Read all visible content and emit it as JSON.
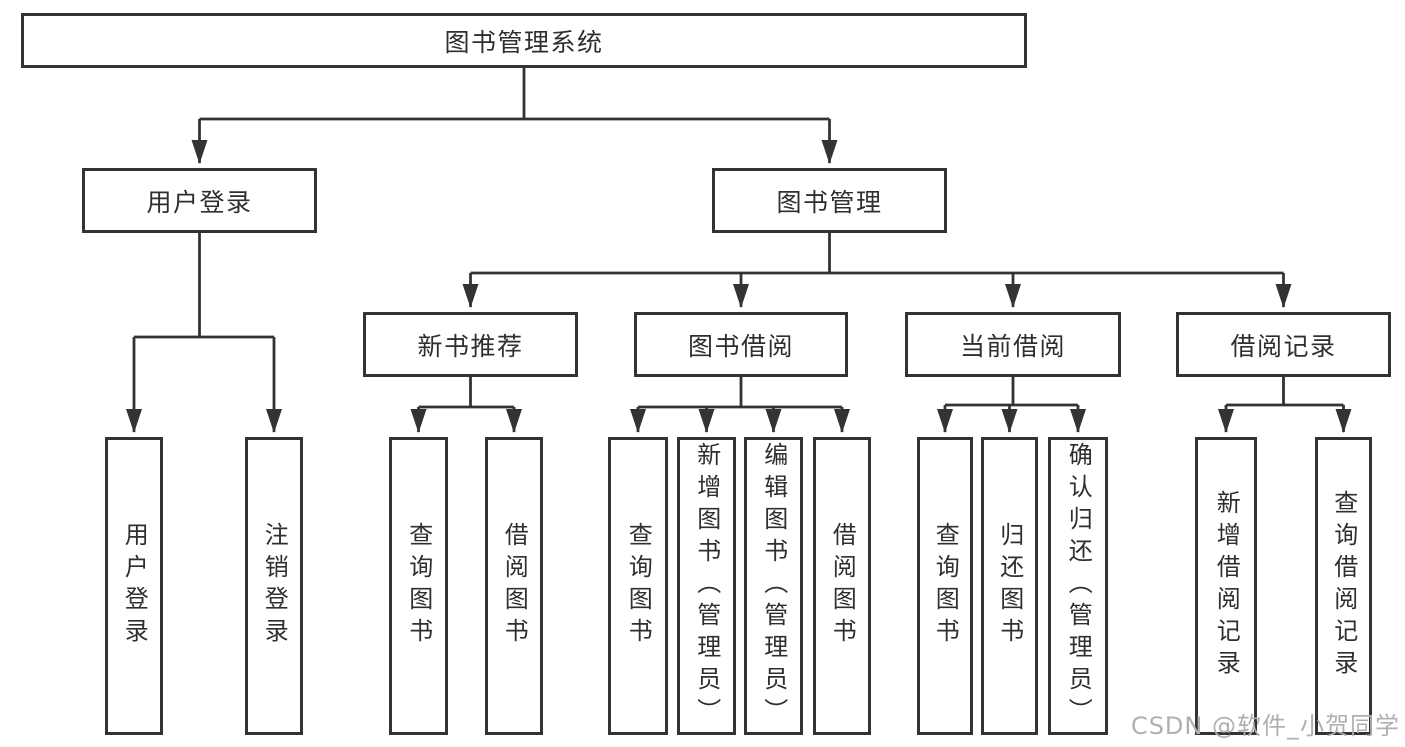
{
  "diagram": {
    "root": {
      "label": "图书管理系统"
    },
    "branches": [
      {
        "label": "用户登录",
        "children": [
          {
            "label": "用户登录"
          },
          {
            "label": "注销登录"
          }
        ]
      },
      {
        "label": "图书管理",
        "children": [
          {
            "label": "新书推荐",
            "children": [
              {
                "label": "查询图书"
              },
              {
                "label": "借阅图书"
              }
            ]
          },
          {
            "label": "图书借阅",
            "children": [
              {
                "label": "查询图书"
              },
              {
                "label": "新增图书（管理员）"
              },
              {
                "label": "编辑图书（管理员）"
              },
              {
                "label": "借阅图书"
              }
            ]
          },
          {
            "label": "当前借阅",
            "children": [
              {
                "label": "查询图书"
              },
              {
                "label": "归还图书"
              },
              {
                "label": "确认归还（管理员）"
              }
            ]
          },
          {
            "label": "借阅记录",
            "children": [
              {
                "label": "新增借阅记录"
              },
              {
                "label": "查询借阅记录"
              }
            ]
          }
        ]
      }
    ]
  },
  "watermark": {
    "text": "CSDN @软件_小贺同学"
  },
  "colors": {
    "line": "#333333",
    "text": "#2f2f2f",
    "background": "#ffffff",
    "watermark": "#b0b0b0",
    "box_fill": "#ffffff"
  }
}
